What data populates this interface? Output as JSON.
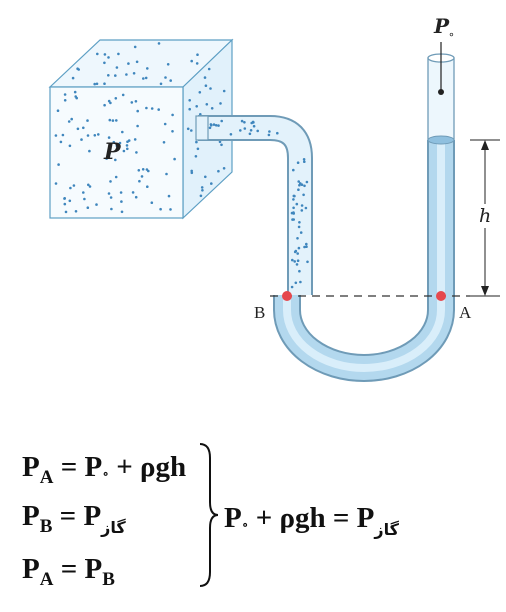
{
  "labels": {
    "box_pressure": "P",
    "atm_pressure": "P",
    "atm_sub": "∘",
    "height": "h",
    "point_b": "B",
    "point_a": "A"
  },
  "equations": {
    "line1": {
      "lhs": "P",
      "lhs_sub": "A",
      "eq": " = ",
      "rhs": "P",
      "rhs_sub": "∘",
      "tail": " + ρgh"
    },
    "line2": {
      "lhs": "P",
      "lhs_sub": "B",
      "eq": " = ",
      "rhs": "P",
      "rhs_sub": "گاز"
    },
    "line3": {
      "lhs": "P",
      "lhs_sub": "A",
      "eq": " = ",
      "rhs": "P",
      "rhs_sub": "B"
    },
    "result": {
      "a": "P",
      "a_sub": "∘",
      "mid": " + ρgh = ",
      "b": "P",
      "b_sub": "گاز"
    }
  },
  "colors": {
    "box_edge": "#5d9fc4",
    "dots": "#3f86bd",
    "tube_outer": "#6f9bb7",
    "tube_fill": "#d5ecf8",
    "liquid": "#a6d0ea",
    "points": "#e5484d"
  }
}
